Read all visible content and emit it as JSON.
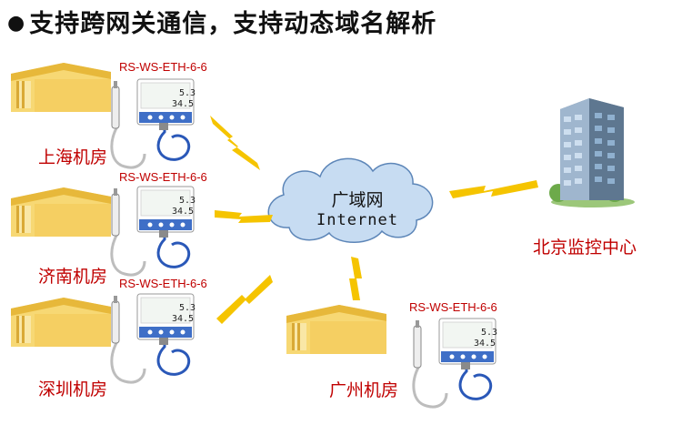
{
  "title": "支持跨网关通信，支持动态域名解析",
  "device_model": "RS-WS-ETH-6-6",
  "lcd": {
    "value1": "5.3",
    "value2": "34.5"
  },
  "cloud": {
    "label_cn": "广域网",
    "label_en": "Internet"
  },
  "rooms": [
    {
      "name": "上海机房"
    },
    {
      "name": "济南机房"
    },
    {
      "name": "深圳机房"
    },
    {
      "name": "广州机房"
    }
  ],
  "center": {
    "label": "北京监控中心"
  },
  "colors": {
    "label_red": "#c00000",
    "bolt_yellow": "#f5c400",
    "cloud_blue": "#c7dcf2"
  }
}
